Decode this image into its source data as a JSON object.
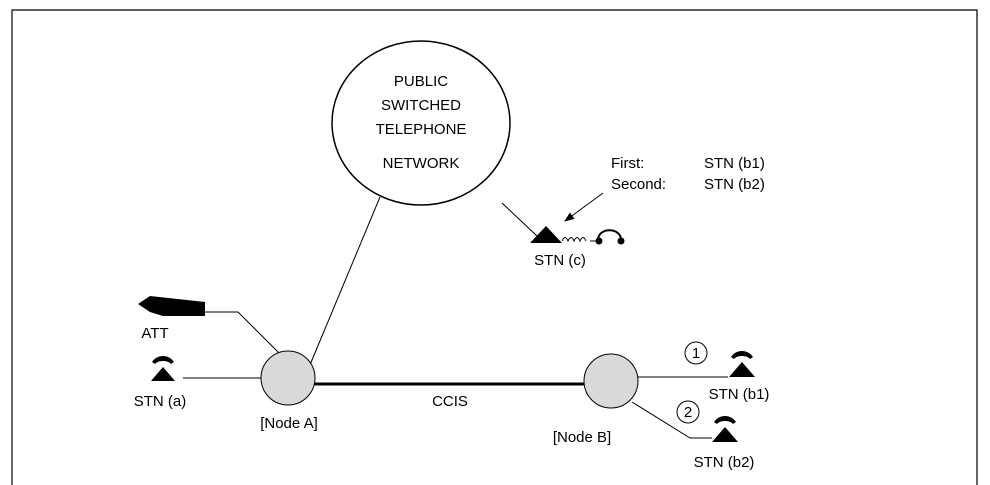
{
  "pstn": {
    "line1": "PUBLIC",
    "line2": "SWITCHED",
    "line3": "TELEPHONE",
    "line4": "NETWORK"
  },
  "forward_note": {
    "first_label": "First:",
    "first_value": "STN (b1)",
    "second_label": "Second:",
    "second_value": "STN (b2)"
  },
  "stations": {
    "c": "STN (c)",
    "att": "ATT",
    "a": "STN (a)",
    "b1": "STN (b1)",
    "b2": "STN (b2)"
  },
  "nodes": {
    "a": "[Node A]",
    "b": "[Node B]"
  },
  "link": {
    "label": "CCIS"
  },
  "steps": {
    "one": "1",
    "two": "2"
  },
  "colors": {
    "ink": "#000000",
    "node_fill": "#d9d9d9",
    "background": "#ffffff"
  },
  "icons": [
    "telephone-icon",
    "attendant-console-icon",
    "headset-phone-icon",
    "arrow-icon"
  ]
}
